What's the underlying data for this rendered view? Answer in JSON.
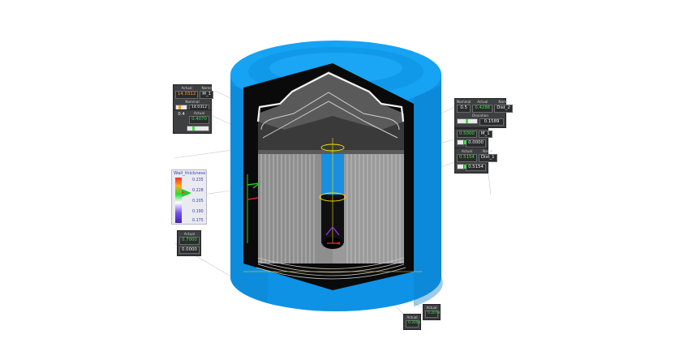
{
  "colors": {
    "background": "#ffffff",
    "housing": "#0d93e6",
    "panel": "#3d3f41",
    "value_orange": "#ff9a2e",
    "value_green": "#43e04c",
    "legend_text": "#3344aa",
    "measure_yellow": "#f2e400",
    "measure_green": "#22cc22",
    "measure_red": "#e02020"
  },
  "panels": {
    "p1": {
      "h1": "Actual",
      "h2": "Name",
      "v1": "14.0312",
      "v2": "M_1",
      "h3": "Nominal",
      "v3": "14.0312"
    },
    "p2": {
      "v0": "0.4",
      "h1": "Actual",
      "v1": "0.4070"
    },
    "p3": {
      "h0": "Nominal",
      "h1": "Actual",
      "h2": "Name",
      "v0": "0.5",
      "v1": "0.4286",
      "v2": "Dist_2",
      "h3": "Deviation",
      "v3": "0.1589"
    },
    "p4": {
      "v1": "0.5000",
      "v2": "M_1",
      "v3": "0.0000"
    },
    "p5": {
      "h1": "Actual",
      "h2": "Name",
      "v1": "0.5154",
      "v2": "Dist_1",
      "v3": "0.5154"
    },
    "p6": {
      "h1": "Actual",
      "v1": "0.7000",
      "v2": "0.0000"
    },
    "p7": {
      "h1": "Actual",
      "v1": "0.2079"
    },
    "p8": {
      "h1": "Actual",
      "v1": "0.2056"
    }
  },
  "legend": {
    "title": "Wall_thickness",
    "ticks": [
      "0.235",
      "0.228",
      "0.205",
      "0.190",
      "0.175"
    ]
  }
}
